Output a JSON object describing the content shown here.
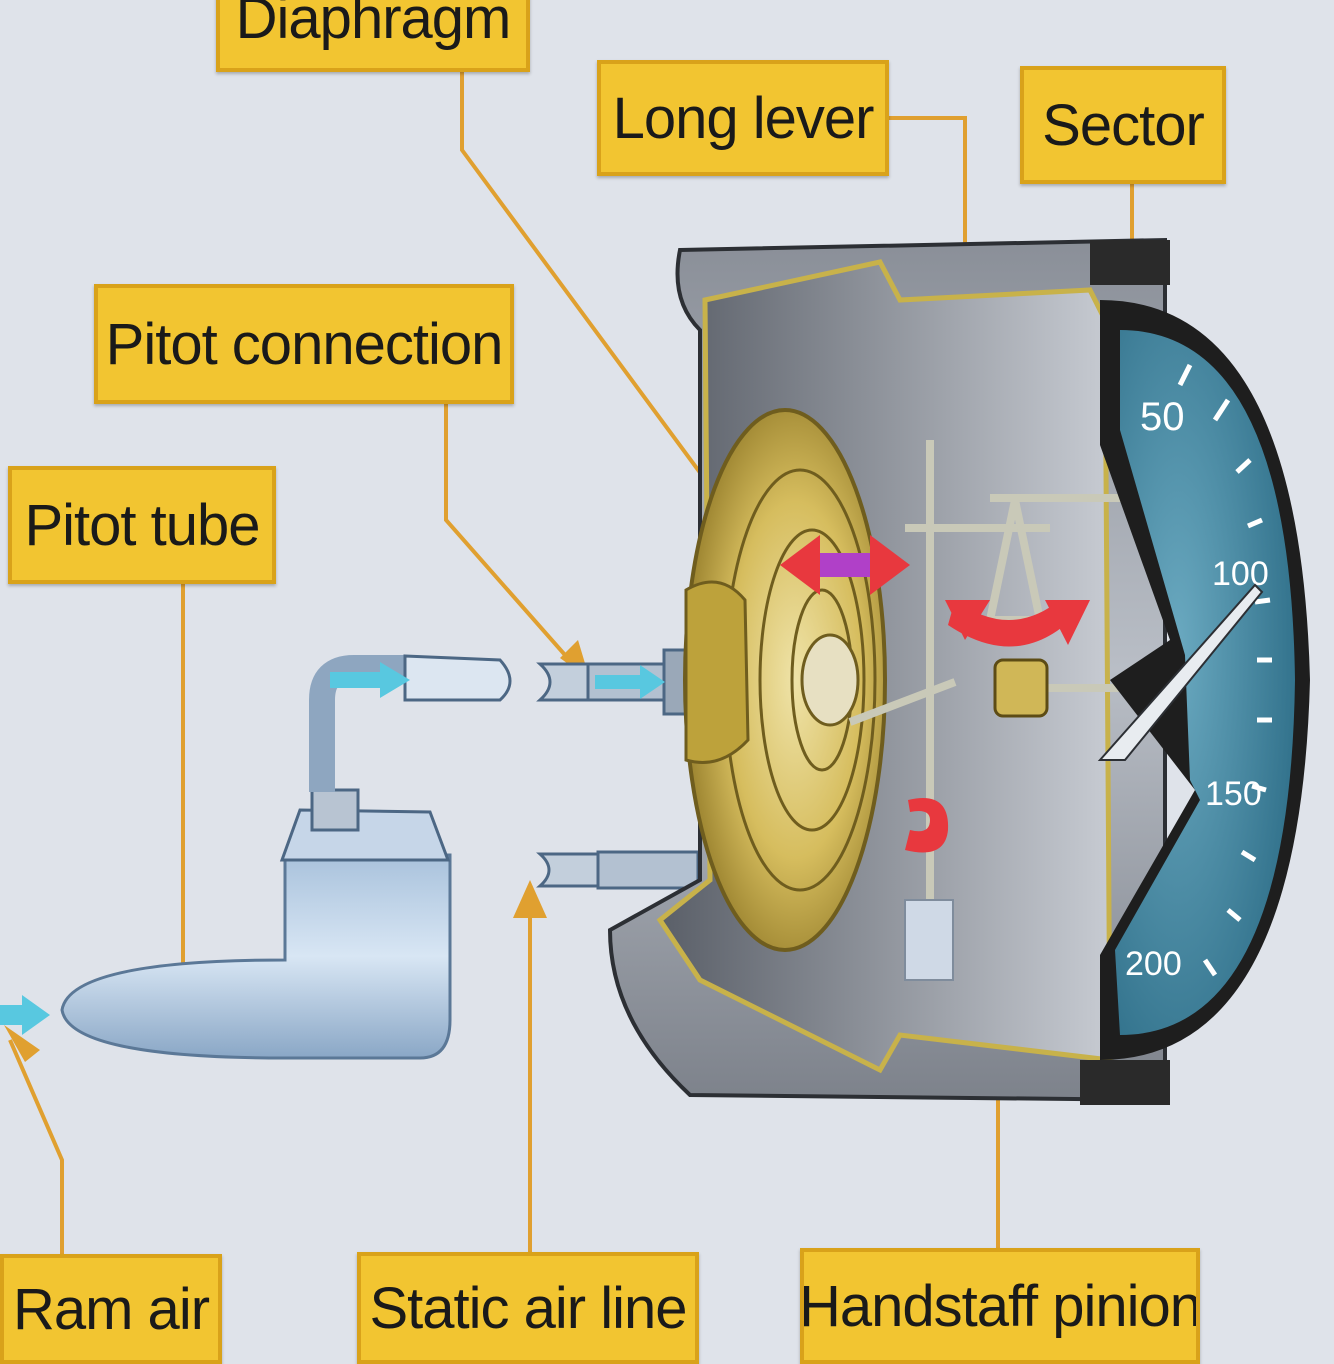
{
  "labels": {
    "diaphragm": "Diaphragm",
    "long_lever": "Long lever",
    "sector": "Sector",
    "pitot_connection": "Pitot connection",
    "pitot_tube": "Pitot tube",
    "ram_air": "Ram air",
    "static_air_line": "Static air line",
    "handstaff_pinion": "Handstaff pinion"
  },
  "dial": {
    "tick_50": "50",
    "tick_100": "100",
    "tick_150": "150",
    "tick_200": "200"
  },
  "colors": {
    "callout_fill": "#f2c531",
    "callout_border": "#d9a21a",
    "leader_line": "#e0a030",
    "airflow_arrow": "#58c8e0",
    "motion_arrow_red": "#e8383e",
    "motion_arrow_magenta": "#b040c8",
    "dial_face": "#4a8fa8",
    "diaphragm_gold": "#d4b850"
  },
  "icons": [
    "airflow-arrow-icon",
    "motion-arrow-icon",
    "rotation-arrow-icon"
  ]
}
